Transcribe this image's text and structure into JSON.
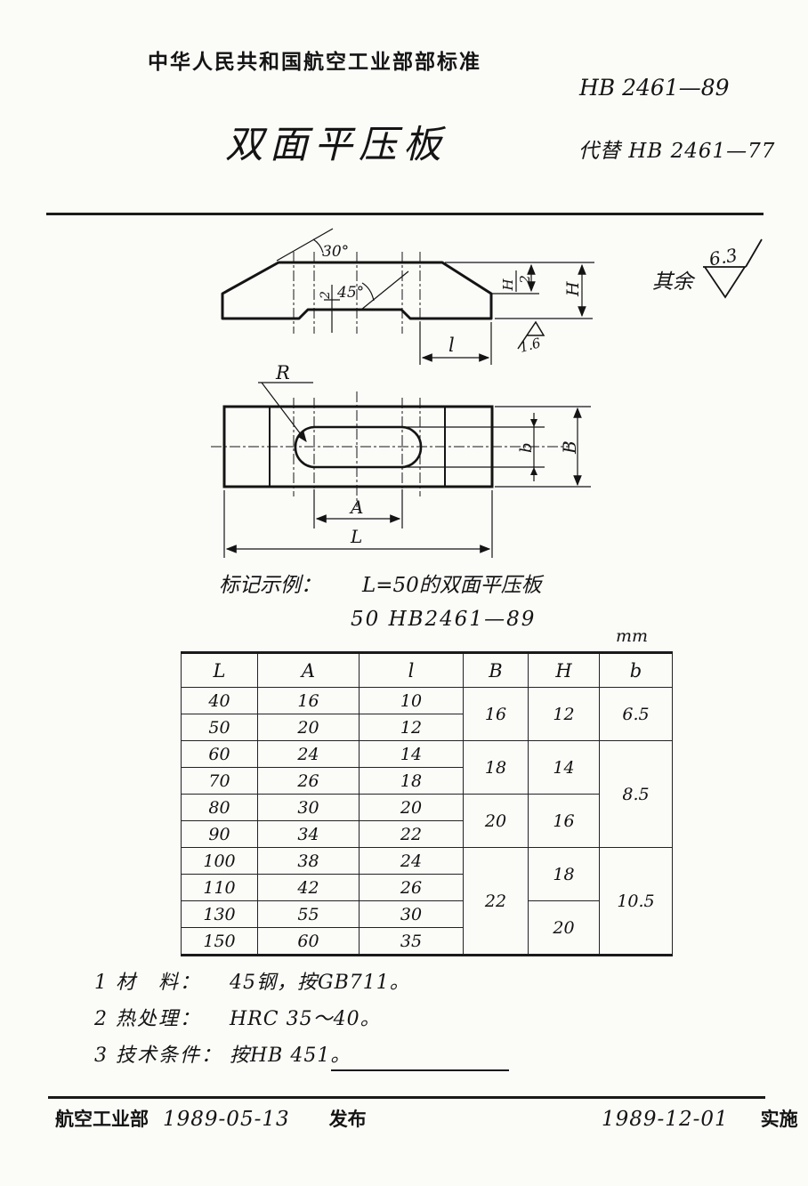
{
  "page": {
    "standard_org_line": "中华人民共和国航空工业部部标准",
    "standard_number": "HB 2461—89",
    "title": "双面平压板",
    "replaces": "代替 HB 2461—77"
  },
  "surface_finish": {
    "other_label": "其余",
    "other_value": "6.3",
    "local_value": "1.6"
  },
  "drawing": {
    "angle_top": "30°",
    "angle_recess": "45°",
    "recess_depth": "2",
    "dim_h_half_num": "H",
    "dim_h_half_den": "2",
    "dim_height": "H",
    "dim_l_small": "l",
    "radius_label": "R",
    "dim_slot_width": "b",
    "dim_width": "B",
    "dim_slot_length": "A",
    "dim_length": "L"
  },
  "marking_example": {
    "label": "标记示例：",
    "line1": "L=50的双面平压板",
    "line2": "50  HB2461—89"
  },
  "table": {
    "unit": "mm",
    "headers": [
      "L",
      "A",
      "l",
      "B",
      "H",
      "b"
    ],
    "rows": [
      [
        "40",
        "16",
        "10"
      ],
      [
        "50",
        "20",
        "12"
      ],
      [
        "60",
        "24",
        "14"
      ],
      [
        "70",
        "26",
        "18"
      ],
      [
        "80",
        "30",
        "20"
      ],
      [
        "90",
        "34",
        "22"
      ],
      [
        "100",
        "38",
        "24"
      ],
      [
        "110",
        "42",
        "26"
      ],
      [
        "130",
        "55",
        "30"
      ],
      [
        "150",
        "60",
        "35"
      ]
    ],
    "B": [
      "16",
      "18",
      "20",
      "22"
    ],
    "H": [
      "12",
      "14",
      "16",
      "18",
      "20"
    ],
    "b": [
      "6.5",
      "8.5",
      "10.5"
    ]
  },
  "notes": [
    {
      "num": "1",
      "label": "材　料：",
      "text": "45钢，按GB711。"
    },
    {
      "num": "2",
      "label": "热处理：",
      "text": "HRC 35～40。"
    },
    {
      "num": "3",
      "label": "技术条件：",
      "text": "按HB 451。"
    }
  ],
  "footer": {
    "issuer": "航空工业部",
    "issue_date": "1989-05-13",
    "issue_label": "发布",
    "effective_date": "1989-12-01",
    "effective_label": "实施"
  }
}
